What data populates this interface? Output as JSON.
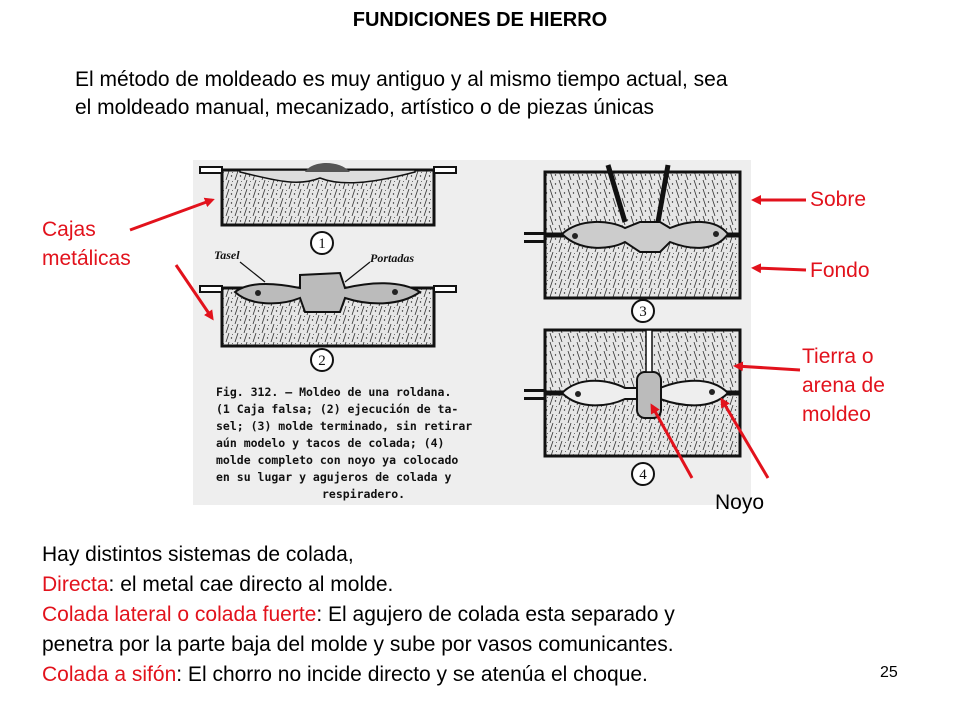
{
  "slide": {
    "title": "FUNDICIONES DE HIERRO",
    "intro_line1": "El método de moldeado es muy antiguo y al mismo tiempo actual,  sea",
    "intro_line2": "el moldeado manual, mecanizado, artístico o de piezas únicas",
    "page_number": "25"
  },
  "labels": {
    "cajas_1": "Cajas",
    "cajas_2": "metálicas",
    "sobre": "Sobre",
    "fondo": "Fondo",
    "tierra_1": "Tierra o",
    "tierra_2": "arena de",
    "tierra_3": "moldeo",
    "noyo": "Noyo"
  },
  "figure": {
    "label_tasel": "Tasel",
    "label_portadas": "Portadas",
    "step_1": "1",
    "step_2": "2",
    "step_3": "3",
    "step_4": "4",
    "caption": [
      "Fig. 312. — Moldeo de una roldana.",
      "(1 Caja falsa; (2) ejecución de ta-",
      "sel; (3) molde terminado, sin retirar",
      "aún modelo y tacos de colada; (4)",
      "molde completo con noyo ya colocado",
      "en su lugar y agujeros de colada y",
      "respiradero."
    ]
  },
  "body": {
    "line1": "Hay distintos sistemas de colada,",
    "directa_term": "Directa",
    "directa_rest": ": el metal cae directo al molde.",
    "lateral_term": "Colada lateral o colada fuerte",
    "lateral_rest": ": El agujero de colada esta separado y",
    "lateral_cont": "penetra por la parte baja del molde y sube por vasos comunicantes.",
    "sifon_term": "Colada a sifón",
    "sifon_rest": ": El chorro no incide directo y se atenúa el choque."
  },
  "colors": {
    "accent_red": "#e2121c",
    "text": "#000000",
    "figure_ink": "#111111"
  }
}
